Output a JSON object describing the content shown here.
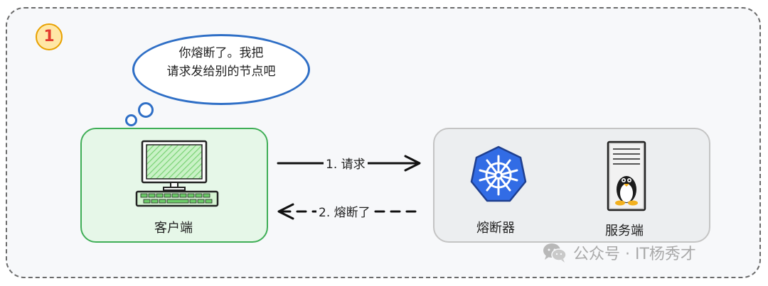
{
  "badge": {
    "text": "1"
  },
  "thought": {
    "line1": "你熔断了。我把",
    "line2": "请求发给别的节点吧"
  },
  "client": {
    "label": "客户端"
  },
  "arrows": {
    "request": "1. 请求",
    "response": "2. 熔断了"
  },
  "server_group": {
    "breaker_label": "熔断器",
    "server_label": "服务端"
  },
  "watermark": {
    "text": "公众号 · IT杨秀才"
  },
  "colors": {
    "client_border": "#3fae56",
    "client_fill": "#e6f7e8",
    "bubble_border": "#2f6fc6",
    "k8s_blue": "#326ce5",
    "badge_border": "#e8a100",
    "badge_text": "#e33b2e"
  }
}
